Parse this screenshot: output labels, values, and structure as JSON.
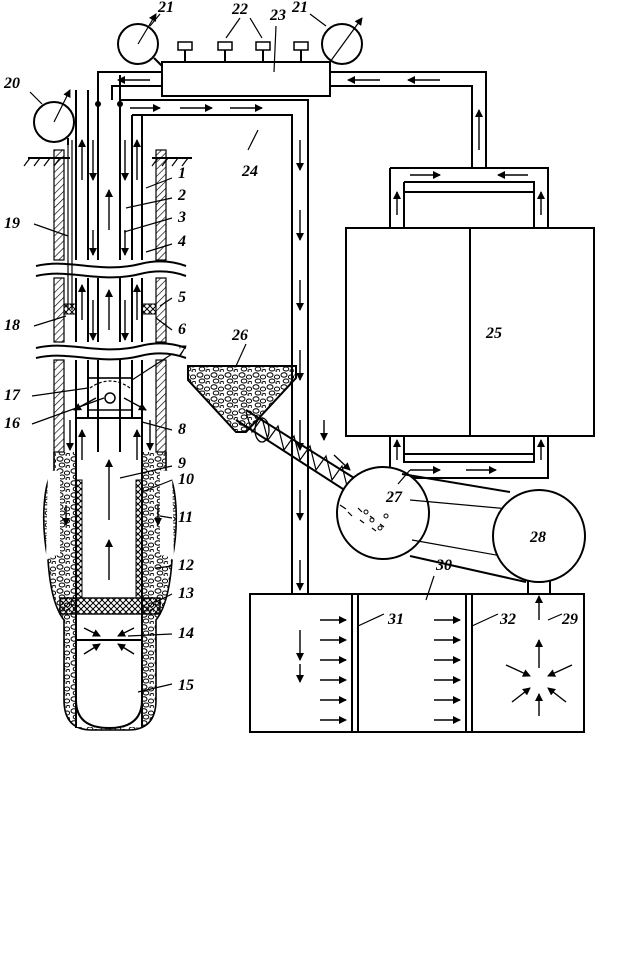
{
  "diagram": {
    "labels": [
      "1",
      "2",
      "3",
      "4",
      "5",
      "6",
      "7",
      "8",
      "9",
      "10",
      "11",
      "12",
      "13",
      "14",
      "15",
      "16",
      "17",
      "18",
      "19",
      "20",
      "21",
      "21",
      "22",
      "23",
      "24",
      "25",
      "26",
      "27",
      "28",
      "29",
      "30",
      "31",
      "32"
    ]
  },
  "colors": {
    "ink": "#000000",
    "paper": "#ffffff",
    "hatch": "#555555"
  },
  "icons": [
    "pressure-gauge-icon",
    "valve-icon",
    "flow-arrow-icon",
    "hopper-icon",
    "screw-conveyor-icon",
    "pump-icon"
  ]
}
